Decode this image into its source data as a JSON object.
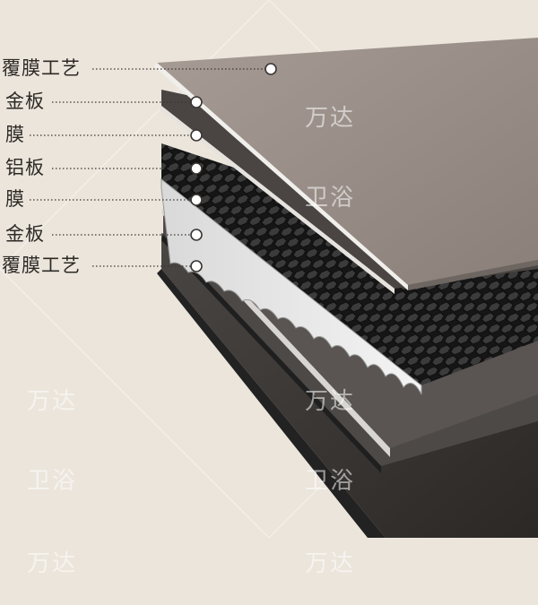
{
  "labels": [
    {
      "text": "覆膜工艺"
    },
    {
      "text": "金板"
    },
    {
      "text": "膜"
    },
    {
      "text": "铝板"
    },
    {
      "text": "膜"
    },
    {
      "text": "金板"
    },
    {
      "text": "覆膜工艺"
    }
  ],
  "watermark": {
    "line1": "万达",
    "line2": "卫浴"
  },
  "colors": {
    "background": "#ebe5dc",
    "top_film": "#9a8f89",
    "panel_dark": "#3a3634",
    "honeycomb": "#1e1e1e",
    "leader_line": "#3a3633"
  }
}
